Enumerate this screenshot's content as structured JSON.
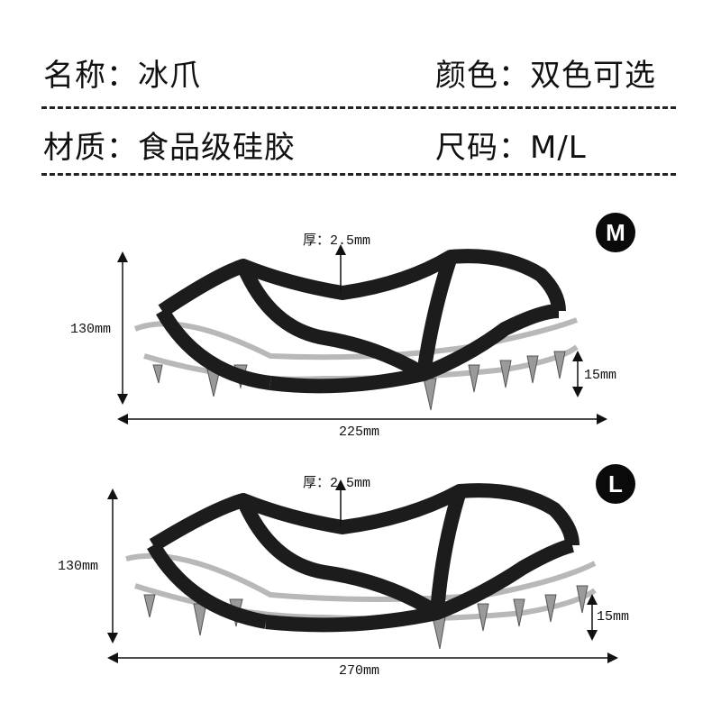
{
  "specs": {
    "name_key": "名称：",
    "name_val": "冰爪",
    "color_key": "颜色：",
    "color_val": "双色可选",
    "material_key": "材质：",
    "material_val": "食品级硅胶",
    "size_key": "尺码：",
    "size_val": "M/L"
  },
  "products": [
    {
      "size": "M",
      "thickness": "厚：2.5mm",
      "height": "130mm",
      "spike": "15mm",
      "length": "225mm"
    },
    {
      "size": "L",
      "thickness": "厚：2.5mm",
      "height": "130mm",
      "spike": "15mm",
      "length": "270mm"
    }
  ],
  "colors": {
    "rubber": "#1c1c1c",
    "metal": "#b8b8b8",
    "text": "#111111"
  }
}
